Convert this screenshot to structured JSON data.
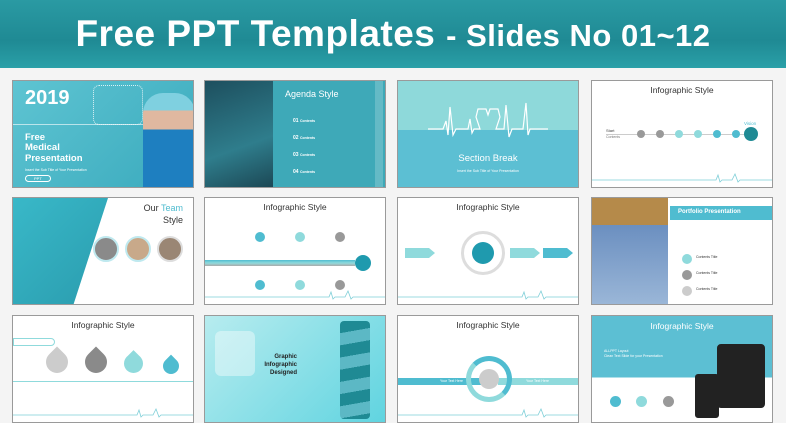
{
  "banner": {
    "title_main": "Free PPT Templates",
    "title_sub": "- Slides No 01~12"
  },
  "colors": {
    "teal": "#1f8a94",
    "accent": "#4fbcd0",
    "light": "#8fdadc"
  },
  "slides": [
    {
      "year": "2019",
      "title1": "Free",
      "title2": "Medical",
      "title3": "Presentation",
      "subtitle": "Insert the Sub Title of Your Presentation",
      "badge": "PPT"
    },
    {
      "title": "Agenda Style",
      "items": [
        "01",
        "02",
        "03",
        "04"
      ],
      "item_label": "Contents"
    },
    {
      "title": "Section Break",
      "subtitle": "Insert the Sub Title of Your Presentation"
    },
    {
      "title": "Infographic Style",
      "start": "Start",
      "start_sub": "Contents",
      "end": "Vision"
    },
    {
      "title_a": "Our",
      "title_b": "Team",
      "title_c": "Style"
    },
    {
      "title": "Infographic Style"
    },
    {
      "title": "Infographic Style"
    },
    {
      "title": "Portfolio Presentation",
      "items": [
        "Contents Title",
        "Contents Title",
        "Contents Title"
      ]
    },
    {
      "title": "Infographic Style"
    },
    {
      "title1": "Graphic",
      "title2": "Infographic",
      "title3": "Designed"
    },
    {
      "title": "Infographic Style",
      "label_a": "Your Text Here",
      "label_b": "Your Text Here"
    },
    {
      "title": "Infographic Style",
      "subtitle": "ALLPPT Layout",
      "subtitle2": "Clean Text Slide for your Presentation"
    }
  ]
}
